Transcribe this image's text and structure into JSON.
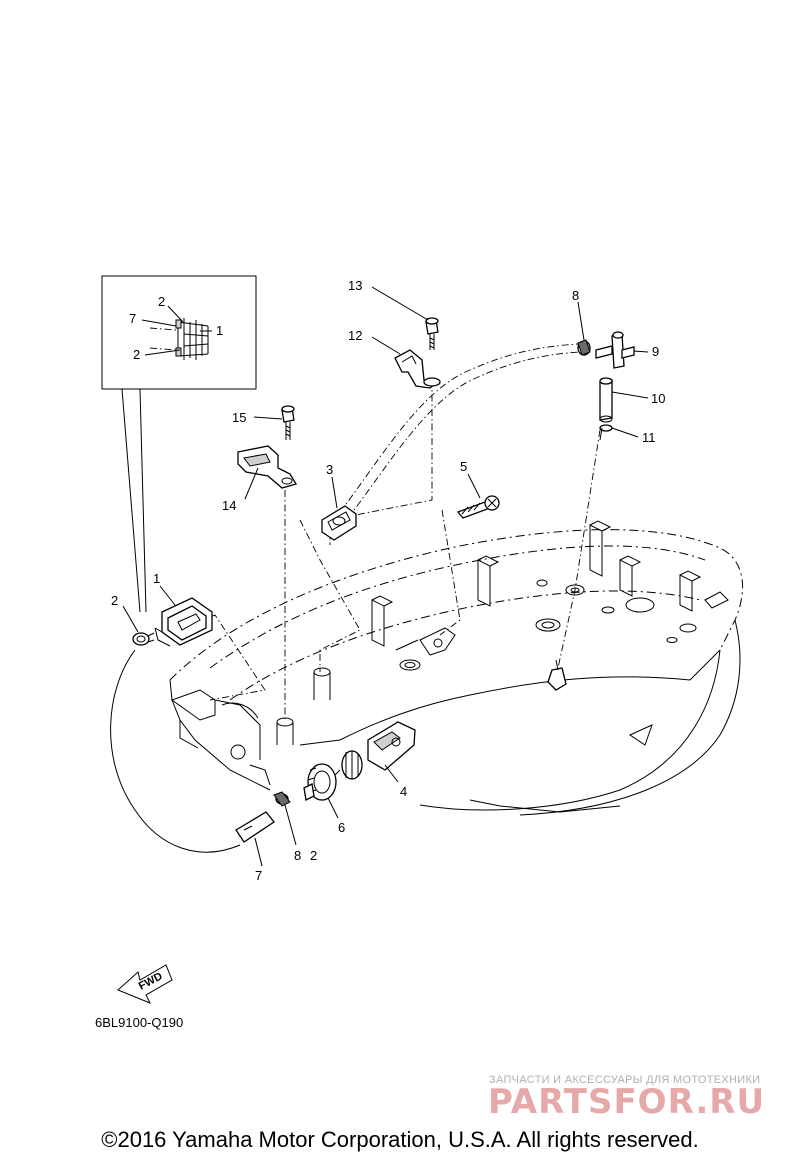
{
  "callouts": [
    {
      "num": "1"
    },
    {
      "num": "2"
    },
    {
      "num": "3"
    },
    {
      "num": "4"
    },
    {
      "num": "5"
    },
    {
      "num": "6"
    },
    {
      "num": "7"
    },
    {
      "num": "8"
    },
    {
      "num": "9"
    },
    {
      "num": "10"
    },
    {
      "num": "11"
    },
    {
      "num": "12"
    },
    {
      "num": "13"
    },
    {
      "num": "14"
    },
    {
      "num": "15"
    },
    {
      "num": "2"
    },
    {
      "num": "8"
    },
    {
      "num": "1"
    },
    {
      "num": "2"
    },
    {
      "num": "7"
    },
    {
      "num": "2"
    }
  ],
  "diagram_code": "6BL9100-Q190",
  "fwd_label": "FWD",
  "watermark": {
    "tagline": "ЗАПЧАСТИ И АКСЕССУАРЫ ДЛЯ МОТОТЕХНИКИ",
    "brand": "PARTSFOR.RU"
  },
  "copyright": "©2016 Yamaha Motor Corporation, U.S.A. All rights reserved."
}
